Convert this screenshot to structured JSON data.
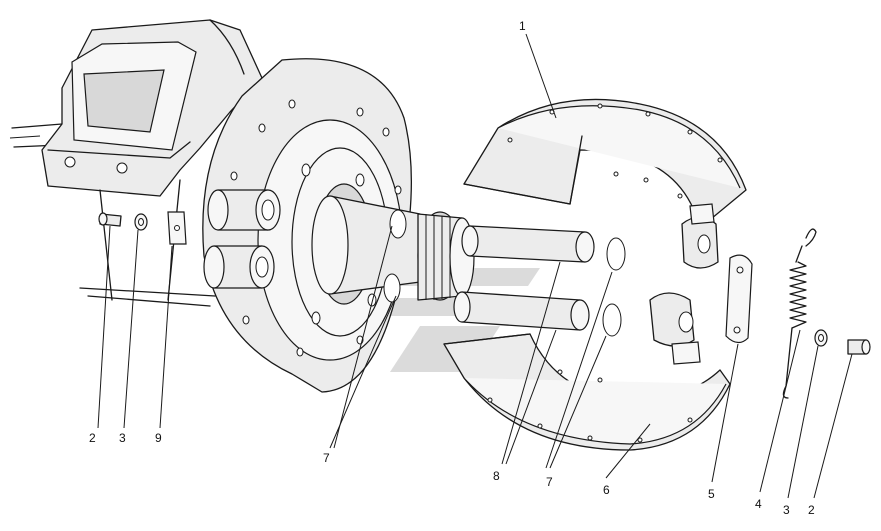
{
  "callouts": {
    "shoe_top": "1",
    "bolt_left": "2",
    "washer_left": "3",
    "plate_left": "9",
    "pins": "7",
    "axles": "8",
    "pins_right": "7",
    "shoe_bottom": "6",
    "link_plate": "5",
    "spring": "4",
    "washer_right": "3",
    "bolt_right": "2"
  }
}
